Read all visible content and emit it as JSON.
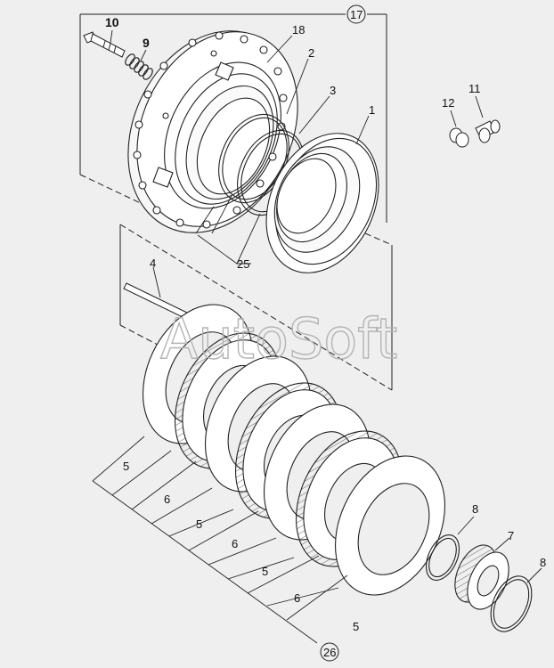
{
  "watermark": "AutoSoft",
  "callouts": {
    "c10": "10",
    "c9": "9",
    "c18": "18",
    "c2": "2",
    "c3": "3",
    "c1": "1",
    "c12": "12",
    "c11": "11",
    "c17": "17",
    "c25": "25",
    "c4": "4",
    "c5a": "5",
    "c6a": "6",
    "c5b": "5",
    "c6b": "6",
    "c5c": "5",
    "c6c": "6",
    "c5d": "5",
    "c8a": "8",
    "c7": "7",
    "c8b": "8",
    "c26": "26"
  }
}
